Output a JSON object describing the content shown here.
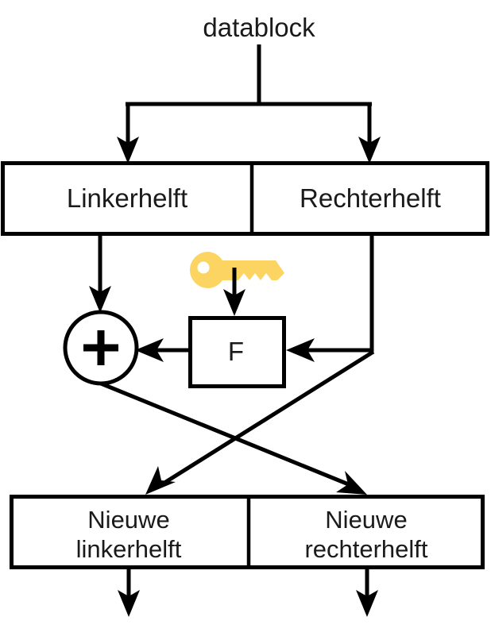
{
  "diagram": {
    "title_label": "datablock",
    "top_block": {
      "left_label": "Linkerhelft",
      "right_label": "Rechterhelft"
    },
    "function_box": {
      "label": "F"
    },
    "xor_node": {
      "label": "+"
    },
    "key": {
      "name": "key-icon",
      "color": "#fbd462"
    },
    "bottom_block": {
      "left_label_line1": "Nieuwe",
      "left_label_line2": "linkerhelft",
      "right_label_line1": "Nieuwe",
      "right_label_line2": "rechterhelft"
    },
    "colors": {
      "stroke": "#000000",
      "background": "#ffffff",
      "text": "#1a1a1a",
      "key_fill": "#fbd462"
    }
  }
}
